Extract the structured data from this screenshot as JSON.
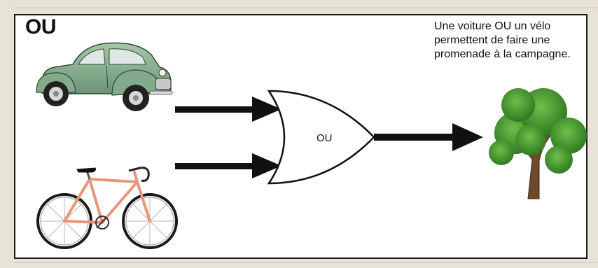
{
  "title": "OU",
  "caption": "Une voiture OU un vélo permettent de faire une promenade à la campagne.",
  "gate": {
    "label": "OU"
  },
  "icons": {
    "input_1": "car-icon",
    "input_2": "bicycle-icon",
    "output": "tree-icon"
  },
  "colors": {
    "panel": "#ffffff",
    "background": "#e8e3d7",
    "car_body": "#7fa68a",
    "bicycle_frame": "#e8957a",
    "tree_leaves": "#3f8a2e",
    "tree_trunk": "#6e4a2a",
    "arrow": "#111111"
  }
}
